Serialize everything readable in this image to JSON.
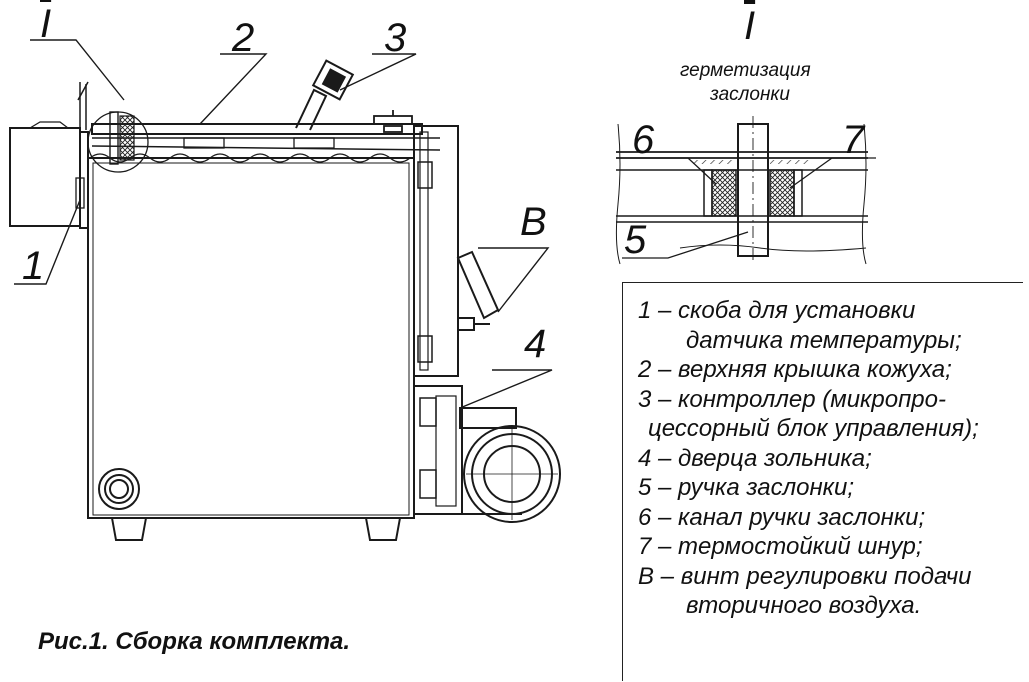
{
  "callouts": {
    "detail_I": "I",
    "n1": "1",
    "n2": "2",
    "n3": "3",
    "n4": "4",
    "n5": "5",
    "n6": "6",
    "n7": "7",
    "nB": "В"
  },
  "detail": {
    "title": "I",
    "subtitle_line1": "герметизация",
    "subtitle_line2": "заслонки"
  },
  "legend": [
    "1 – скоба для установки",
    "датчика температуры;",
    "2 – верхняя крышка кожуха;",
    "3 – контроллер (микропро-",
    "цессорный блок управления);",
    "4 – дверца  зольника;",
    "5 – ручка заслонки;",
    "6 – канал ручки заслонки;",
    "7 – термостойкий шнур;",
    "В – винт регулировки подачи",
    "вторичного воздуха."
  ],
  "caption": "Рис.1. Сборка комплекта."
}
